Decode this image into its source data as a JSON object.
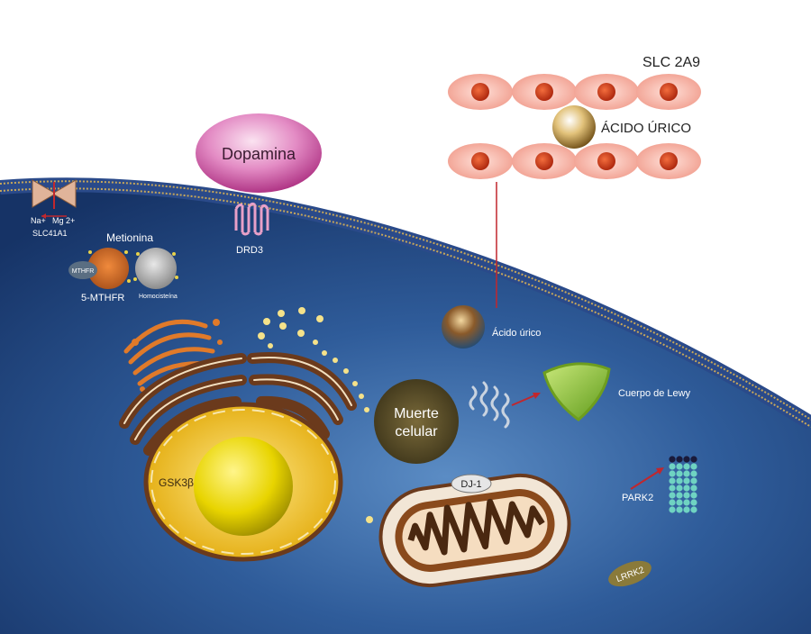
{
  "labels": {
    "slc2a9": "SLC 2A9",
    "acido_urico_top": "ÁCIDO ÚRICO",
    "dopamina": "Dopamina",
    "drd3": "DRD3",
    "na": "Na+",
    "mg": "Mg 2+",
    "slc41a1": "SLC41A1",
    "metionina": "Metionina",
    "mthfr_tag": "MTHFR",
    "five_mthfr": "5-MTHFR",
    "homocisteina": "Homocisteína",
    "acido_urico_inner": "Ácido úrico",
    "cuerpo_lewy": "Cuerpo de Lewy",
    "muerte_line1": "Muerte",
    "muerte_line2": "celular",
    "gsk3b": "GSK3β",
    "dj1": "DJ-1",
    "park2": "PARK2",
    "lrrk2": "LRRK2"
  },
  "colors": {
    "cytoplasm_dark": "#1c3d78",
    "cytoplasm_light": "#4f7fb8",
    "membrane_gold": "#c8a85a",
    "dopamine": "#c94aa0",
    "epithelial_cell": "#f3b3a8",
    "epithelial_nucleus": "#d8431f",
    "golgi": "#6b3a1c",
    "nucleus_yellow": "#f4c20d",
    "lewy_green": "#8bc33a",
    "mito_outer": "#f2e6d6",
    "arrow_red": "#c1272d",
    "park2_teal": "#6fd3c2",
    "lrrk2_olive": "#8a7a3a"
  }
}
